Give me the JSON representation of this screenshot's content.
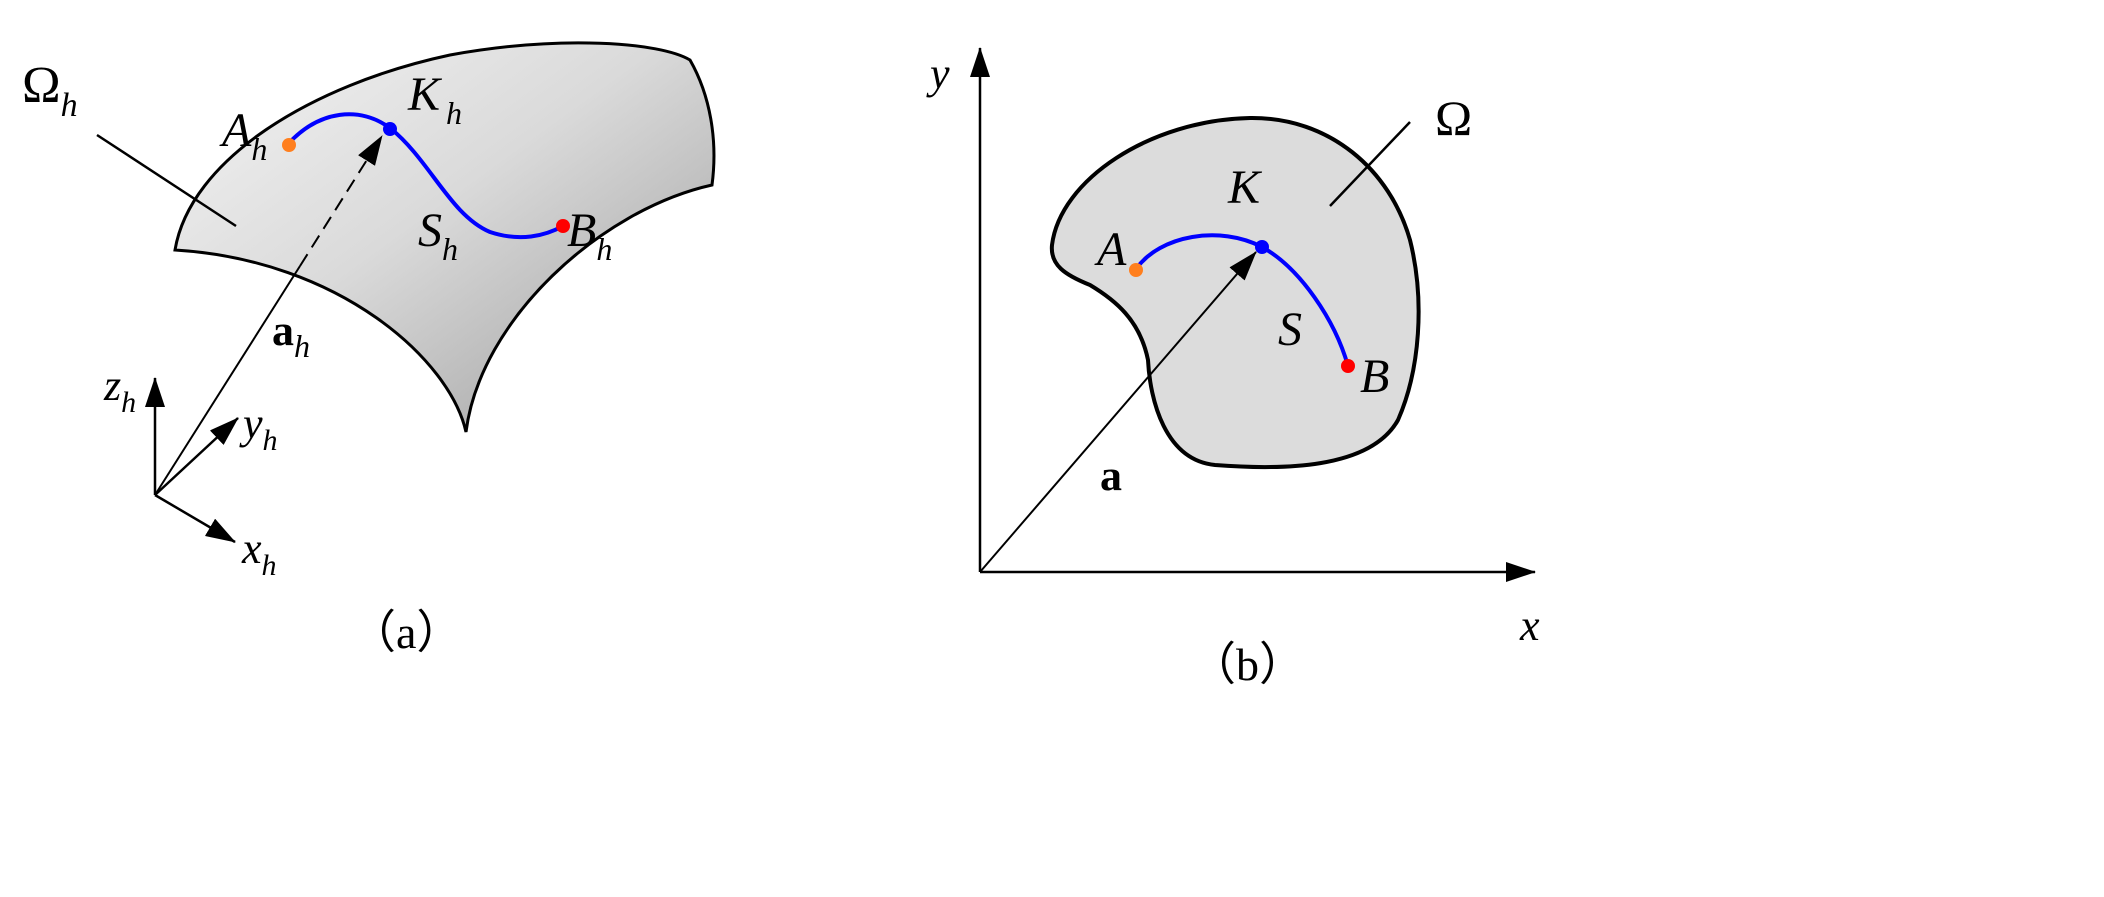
{
  "panel_a": {
    "surface_label": "Ω",
    "surface_label_sub": "h",
    "point_a_label": "A",
    "point_a_sub": "h",
    "point_k_label": "K",
    "point_k_sub": "h",
    "point_b_label": "B",
    "point_b_sub": "h",
    "curve_label": "S",
    "curve_sub": "h",
    "vector_label": "a",
    "vector_sub": "h",
    "axis_z_label": "z",
    "axis_z_sub": "h",
    "axis_y_label": "y",
    "axis_y_sub": "h",
    "axis_x_label": "x",
    "axis_x_sub": "h",
    "caption": "（a）"
  },
  "panel_b": {
    "region_label": "Ω",
    "point_a_label": "A",
    "point_k_label": "K",
    "point_b_label": "B",
    "curve_label": "S",
    "vector_label": "a",
    "axis_y_label": "y",
    "axis_x_label": "x",
    "caption": "（b）"
  },
  "colors": {
    "curve": "#0000ff",
    "point_start": "#ff7f1e",
    "point_k": "#0000ff",
    "point_end": "#ff0000",
    "region_fill": "#dcdcdc",
    "surface_light": "#f2f2f2",
    "surface_dark": "#a9a9a9"
  }
}
